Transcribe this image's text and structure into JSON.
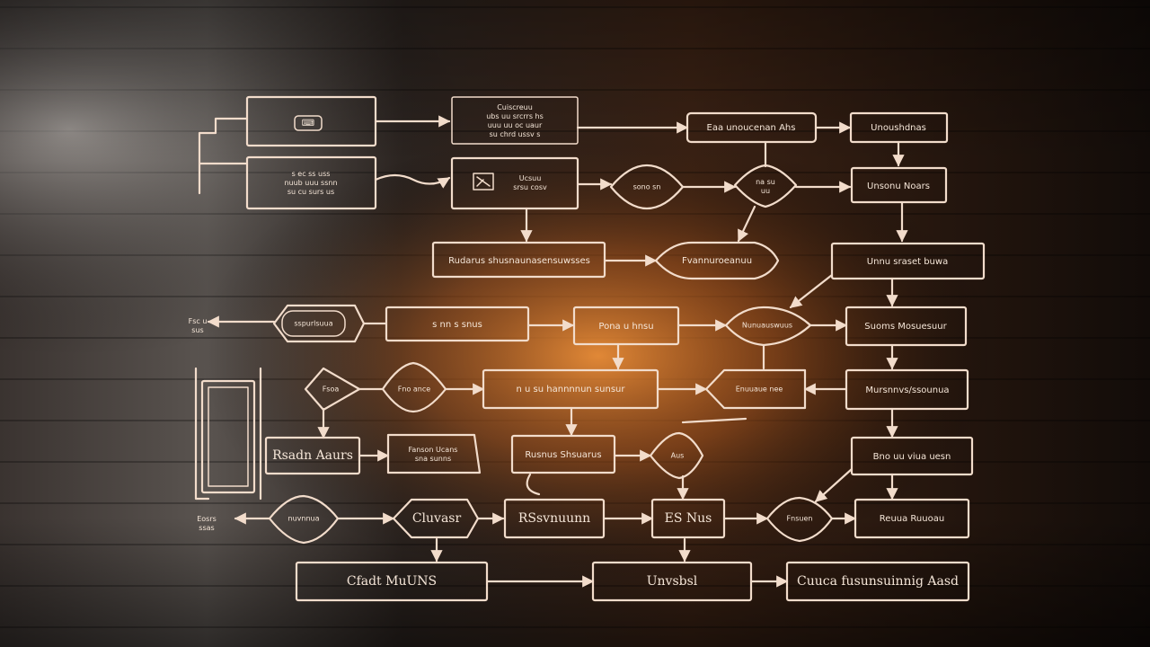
{
  "diagram": {
    "labels": {
      "n_key": "⌨",
      "n_note": "Cuiscreuu\nubs uu srcrrs hs\nuuu uu oc uaur\nsu chrd ussv s",
      "n_top1": "Eaa unoucenan Ahs",
      "n_top2": "Unoushdnas",
      "n_leftnote": "s ec ss uss\nnuub uuu ssnn\nsu cu surs us",
      "n_check": "Ucsuu\nsrsu cosv",
      "n_d1": "sono sn",
      "n_d2": "na su\nuu",
      "n_mid2": "Unsonu Noars",
      "n_wide1": "Rudarus shusnaunasensuwsses",
      "n_d3": "Fvannuroeanuu",
      "n_mid3": "Unnu sraset buwa",
      "n_pill": "sspurlsuua",
      "n_box4": "s nn s snus",
      "n_box5": "Pona u hnsu",
      "n_d4": "Nunuauswuus",
      "n_box6": "Suoms Mosuesuur",
      "left_tag": "Fsc u\nsus",
      "n_d5": "Fsoa",
      "n_d6": "Fno ance",
      "n_wide2": "n u su hannnnun sunsur",
      "n_d7": "Enuuaue nee",
      "n_box7": "Mursnnvs/ssounua",
      "n_box8": "Rsadn Aaurs",
      "n_box9": "Fanson Ucans\nsna sunns",
      "n_box10": "Rusnus Shsuarus",
      "n_d8": "Aus",
      "n_box11": "Bno uu viua uesn",
      "n_d9": "nuvnnua",
      "n_d10": "Cluvasr",
      "n_box12": "RSsvnuunn",
      "n_box13": "ES Nus",
      "n_d11": "Fnsuen",
      "n_box14": "Reuua Ruuoau",
      "left_tag2": "Eosrs\nssas",
      "n_bot1": "Cfadt MuUNS",
      "n_bot2": "Unvsbsl",
      "n_bot3": "Cuuca fusunsuinnig Aasd"
    }
  }
}
